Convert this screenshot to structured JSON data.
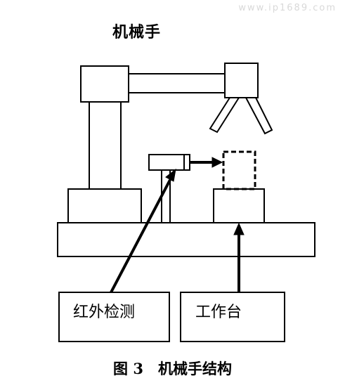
{
  "title": "机械手",
  "labels": {
    "infrared_detection": "红外检测",
    "worktable": "工作台"
  },
  "caption": "图 3　机械手结构",
  "watermark": "www.ip1689.com",
  "colors": {
    "stroke": "#000000",
    "background": "#ffffff",
    "watermark": "#d9d9d9"
  }
}
